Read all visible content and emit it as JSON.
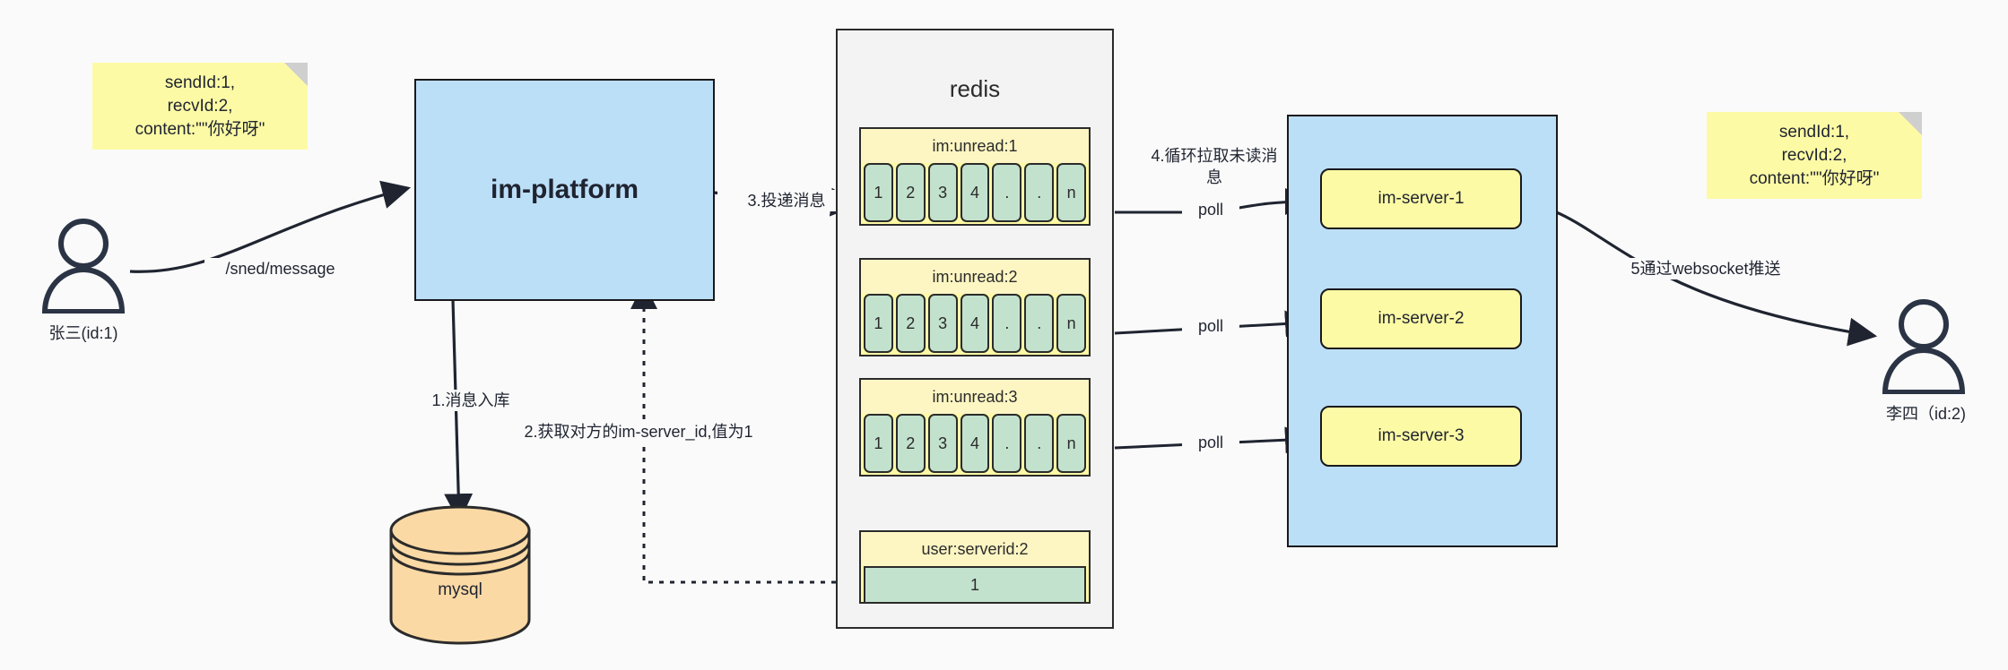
{
  "diagram": {
    "title": "IM message delivery architecture",
    "colors": {
      "note_yellow": "#fdfaa5",
      "blue_box": "#bcdff8",
      "green_cell": "#c3e2ce",
      "orange_db": "#fbd9a5",
      "stroke": "#1f2430",
      "canvas": "#fafafa"
    }
  },
  "notes": {
    "left": "sendId:1,\nrecvId:2,\ncontent:\"\"你好呀\"",
    "right": "sendId:1,\nrecvId:2,\ncontent:\"\"你好呀\""
  },
  "actors": {
    "sender": {
      "label": "张三(id:1)",
      "icon": "user-icon"
    },
    "receiver": {
      "label": "李四（id:2)",
      "icon": "user-icon"
    }
  },
  "platform": {
    "label": "im-platform"
  },
  "database": {
    "label": "mysql"
  },
  "redis": {
    "title": "redis",
    "lists": [
      {
        "key": "im:unread:1",
        "cells": [
          "1",
          "2",
          "3",
          "4",
          ".",
          ".",
          "n"
        ]
      },
      {
        "key": "im:unread:2",
        "cells": [
          "1",
          "2",
          "3",
          "4",
          ".",
          ".",
          "n"
        ]
      },
      {
        "key": "im:unread:3",
        "cells": [
          "1",
          "2",
          "3",
          "4",
          ".",
          ".",
          "n"
        ]
      }
    ],
    "kv": {
      "key": "user:serverid:2",
      "value": "1"
    }
  },
  "servers": {
    "items": [
      {
        "label": "im-server-1"
      },
      {
        "label": "im-server-2"
      },
      {
        "label": "im-server-3"
      }
    ]
  },
  "edges": {
    "send_message": "/sned/message",
    "step1": "1.消息入库",
    "step2": "2.获取对方的im-server_id,值为1",
    "step3": "3.投递消息",
    "step4": "4.循环拉取未读消\n息",
    "step5": "5通过websocket推送",
    "poll1": "poll",
    "poll2": "poll",
    "poll3": "poll"
  }
}
